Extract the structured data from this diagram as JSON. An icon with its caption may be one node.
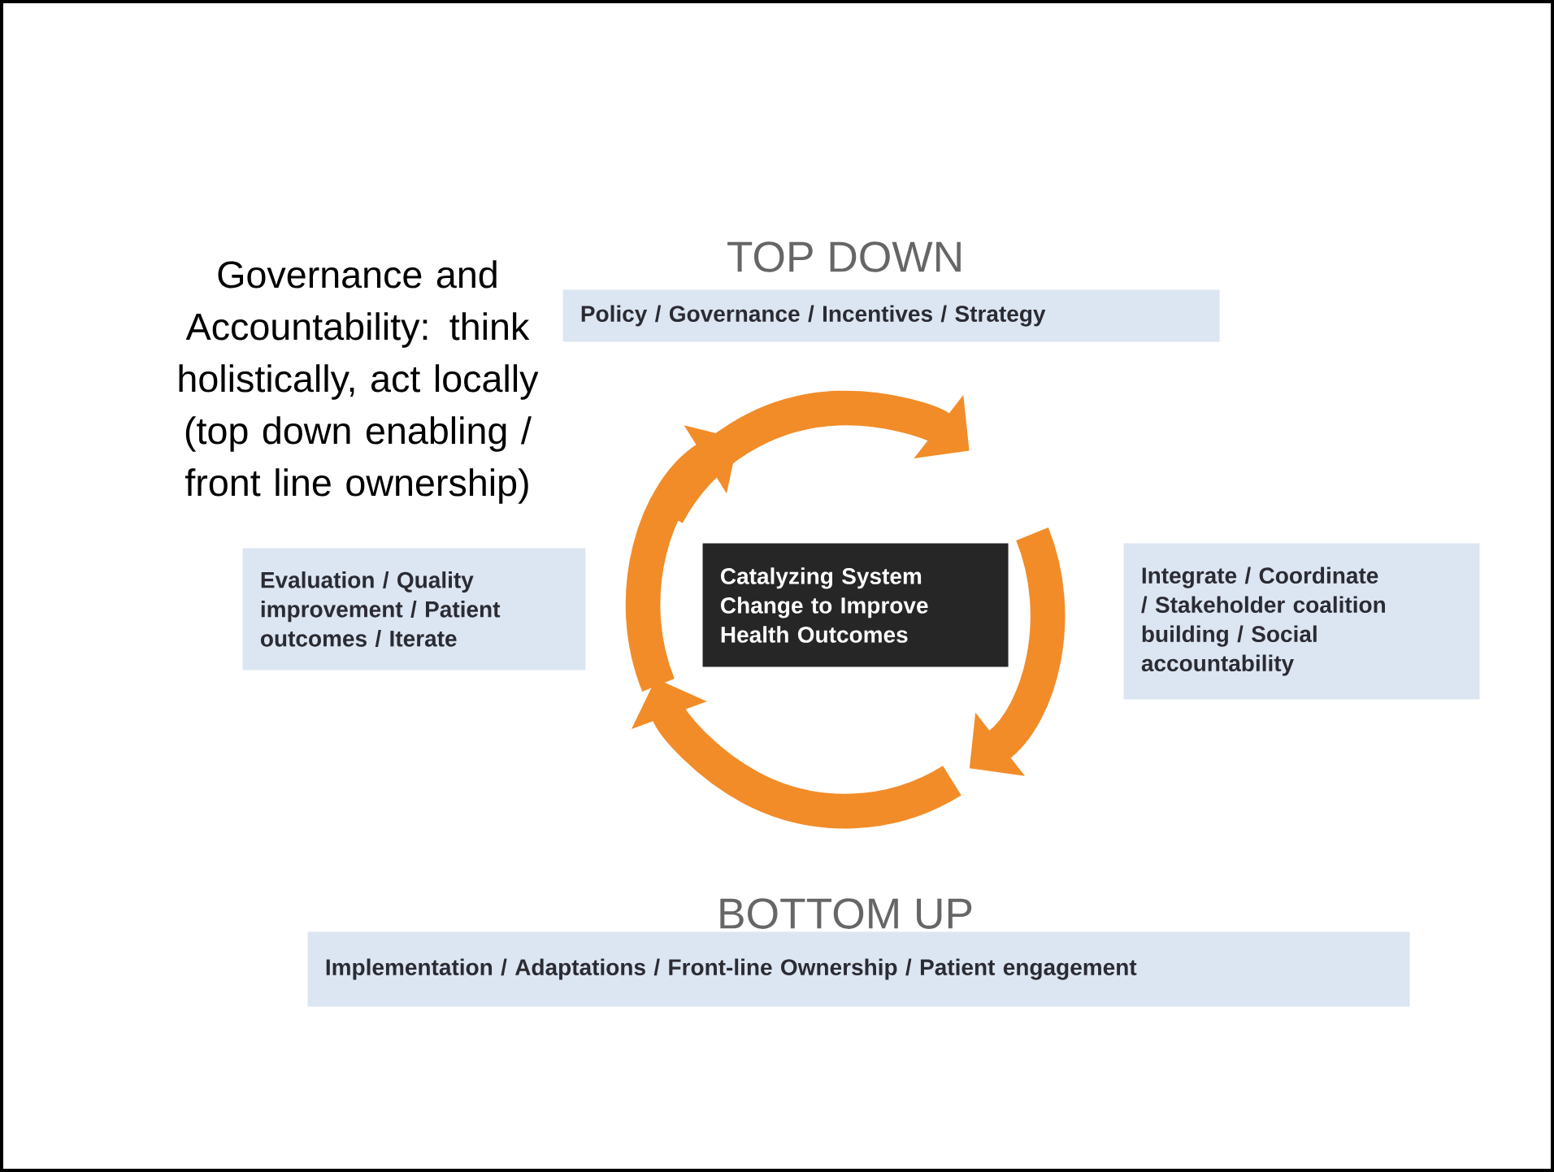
{
  "diagram": {
    "nodes": [
      {
        "text": [
          "Policy / Governance / Incentives / Strategy"
        ]
      },
      {
        "text": [
          "Evaluation / Quality improvement / Patient outcomes / Iterate"
        ]
      },
      {
        "text": [
          "Catalyzing System Change to Improve Health Outcomes"
        ]
      },
      {
        "text": [
          "Integrate / Coordinate / Stakeholder coalition building / Social accountability"
        ]
      },
      {
        "text": [
          "Implementation / Adaptations / Front-line Ownership / Patient engagement"
        ]
      }
    ],
    "labels": [
      "Governance and Accountability: think holistically, act locally (top down enabling / front line ownership)",
      "TOP DOWN",
      "BOTTOM UP"
    ]
  }
}
